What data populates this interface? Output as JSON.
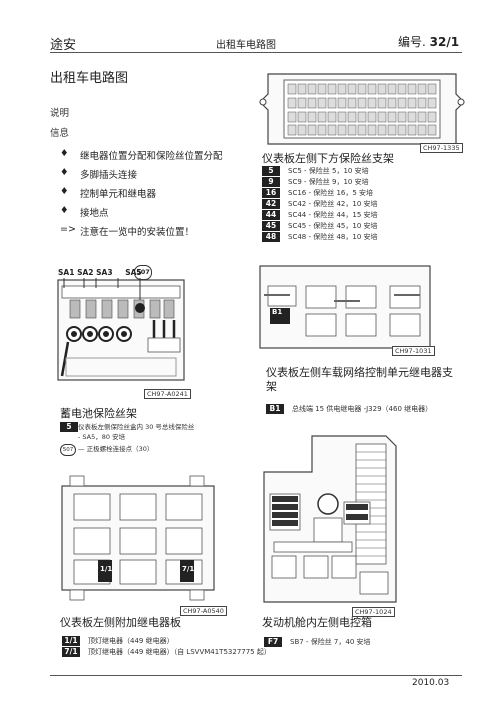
{
  "header": {
    "brand": "途安",
    "doc": "出租车电路图",
    "page_label": "编号.",
    "page_num": "32/1"
  },
  "title": "出租车电路图",
  "intro": [
    "说明",
    "信息"
  ],
  "list": [
    {
      "marker": "♦",
      "text": "继电器位置分配和保险丝位置分配"
    },
    {
      "marker": "♦",
      "text": "多脚插头连接"
    },
    {
      "marker": "♦",
      "text": "控制单元和继电器"
    },
    {
      "marker": "♦",
      "text": "接地点"
    },
    {
      "marker": "=>",
      "text": "注意在一览中的安装位置！"
    }
  ],
  "top_right": {
    "ref": "CH97-1335",
    "title": "仪表板左侧下方保险丝支架",
    "items": [
      {
        "badge": "5",
        "code": "SC5",
        "text": "- 保险丝 5，10 安培"
      },
      {
        "badge": "9",
        "code": "SC9",
        "text": "- 保险丝 9，10 安培"
      },
      {
        "badge": "16",
        "code": "SC16",
        "text": "- 保险丝 16，5 安培"
      },
      {
        "badge": "42",
        "code": "SC42",
        "text": "- 保险丝 42，10 安培"
      },
      {
        "badge": "44",
        "code": "SC44",
        "text": "- 保险丝 44，15 安培"
      },
      {
        "badge": "45",
        "code": "SC45",
        "text": "- 保险丝 45，10 安培"
      },
      {
        "badge": "48",
        "code": "SC48",
        "text": "- 保险丝 48，10 安培"
      }
    ]
  },
  "battery": {
    "labels": [
      "SA1",
      "SA2",
      "SA3",
      "SA5",
      "507"
    ],
    "ref": "CH97-A0241",
    "title": "蓄电池保险丝架",
    "items": [
      {
        "badge": "5",
        "text": "仪表板左侧保险丝盒内 30 号总线保险丝 - SA5，80 安培"
      },
      {
        "badge": "507",
        "text": "— 正极螺栓连接点（30）"
      }
    ]
  },
  "network": {
    "badge": "B1",
    "ref": "CH97-1031",
    "title": "仪表板左侧车载网络控制单元继电器支架",
    "item": {
      "badge": "B1",
      "text": "总线端 15 供电继电器 -J329（460 继电器）"
    }
  },
  "relay_panel": {
    "labels": [
      "1/1",
      "7/1"
    ],
    "ref": "CH97-A0540",
    "title": "仪表板左侧附加继电器板",
    "items": [
      {
        "badge": "1/1",
        "text": "顶灯继电器（449 继电器）"
      },
      {
        "badge": "7/1",
        "text": "顶灯继电器（449 继电器）（自 LSVVM41T5327775 起）"
      }
    ]
  },
  "engine_box": {
    "ref": "CH97-1024",
    "title": "发动机舱内左侧电控箱",
    "item": {
      "badge": "F7",
      "code": "SB7",
      "text": "- 保险丝 7，40 安培"
    }
  },
  "footer": "2010.03"
}
